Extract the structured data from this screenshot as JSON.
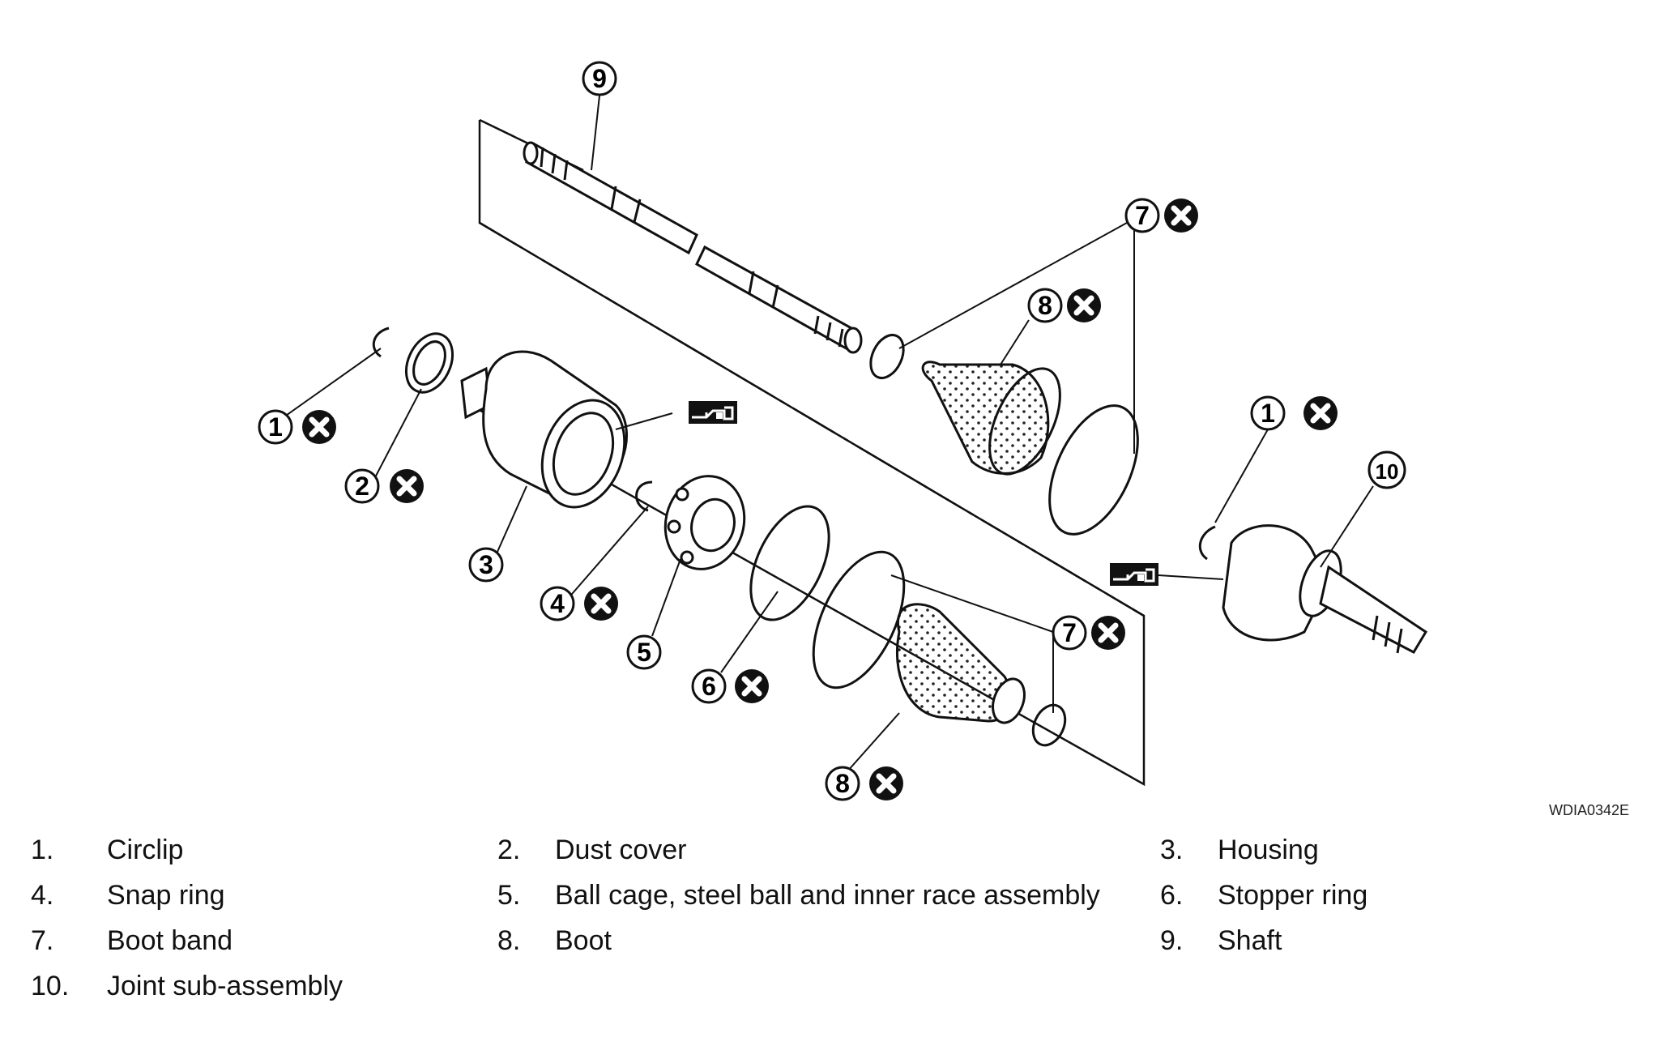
{
  "figure_code": "WDIA0342E",
  "callouts": {
    "c1": "1",
    "c2": "2",
    "c3": "3",
    "c4": "4",
    "c5": "5",
    "c6": "6",
    "c7": "7",
    "c8": "8",
    "c9": "9",
    "c10": "10"
  },
  "legend": [
    {
      "num": "1.",
      "label": "Circlip"
    },
    {
      "num": "2.",
      "label": "Dust cover"
    },
    {
      "num": "3.",
      "label": "Housing"
    },
    {
      "num": "4.",
      "label": "Snap ring"
    },
    {
      "num": "5.",
      "label": "Ball cage, steel ball and inner race assembly"
    },
    {
      "num": "6.",
      "label": "Stopper ring"
    },
    {
      "num": "7.",
      "label": "Boot band"
    },
    {
      "num": "8.",
      "label": "Boot"
    },
    {
      "num": "9.",
      "label": "Shaft"
    },
    {
      "num": "10.",
      "label": "Joint sub-assembly"
    }
  ],
  "icons": {
    "do_not_reuse": "x-circle-icon",
    "grease": "grease-gun-icon"
  }
}
